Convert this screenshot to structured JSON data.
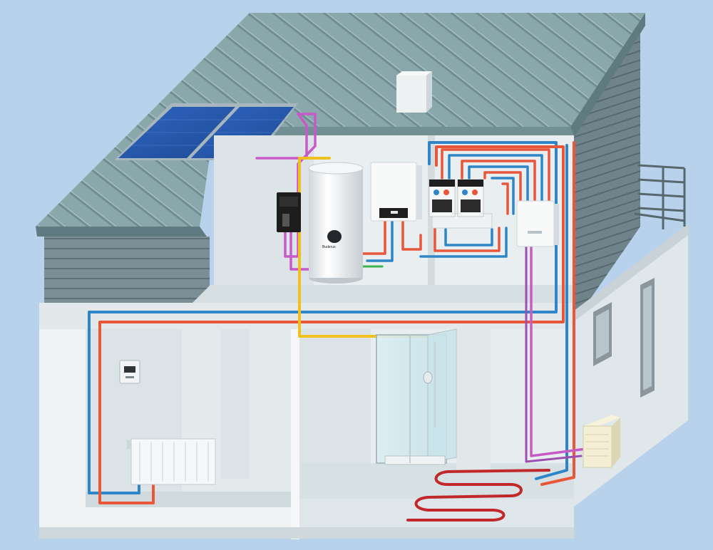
{
  "scene": {
    "background": "#b8d2ec",
    "tank_brand": "Buderus"
  },
  "colors": {
    "supply": "#e8573a",
    "return": "#2e86c8",
    "solar": "#c85ac8",
    "hot_water": "#f0c020",
    "underfloor": "#c0282a",
    "green_feed": "#3cb44a"
  },
  "components": [
    {
      "id": "solar-collectors",
      "icon": "solar-panel-icon"
    },
    {
      "id": "solar-station",
      "icon": "pump-station-icon"
    },
    {
      "id": "storage-tank",
      "icon": "tank-icon"
    },
    {
      "id": "wall-boiler",
      "icon": "boiler-icon"
    },
    {
      "id": "mixer-modules",
      "icon": "pump-group-icon"
    },
    {
      "id": "heat-pump-indoor-unit",
      "icon": "control-unit-icon"
    },
    {
      "id": "room-thermostat",
      "icon": "thermostat-icon"
    },
    {
      "id": "radiator",
      "icon": "radiator-icon"
    },
    {
      "id": "shower",
      "icon": "shower-icon"
    },
    {
      "id": "underfloor-heating",
      "icon": "floor-heating-icon"
    },
    {
      "id": "outdoor-unit",
      "icon": "outdoor-unit-icon"
    }
  ]
}
